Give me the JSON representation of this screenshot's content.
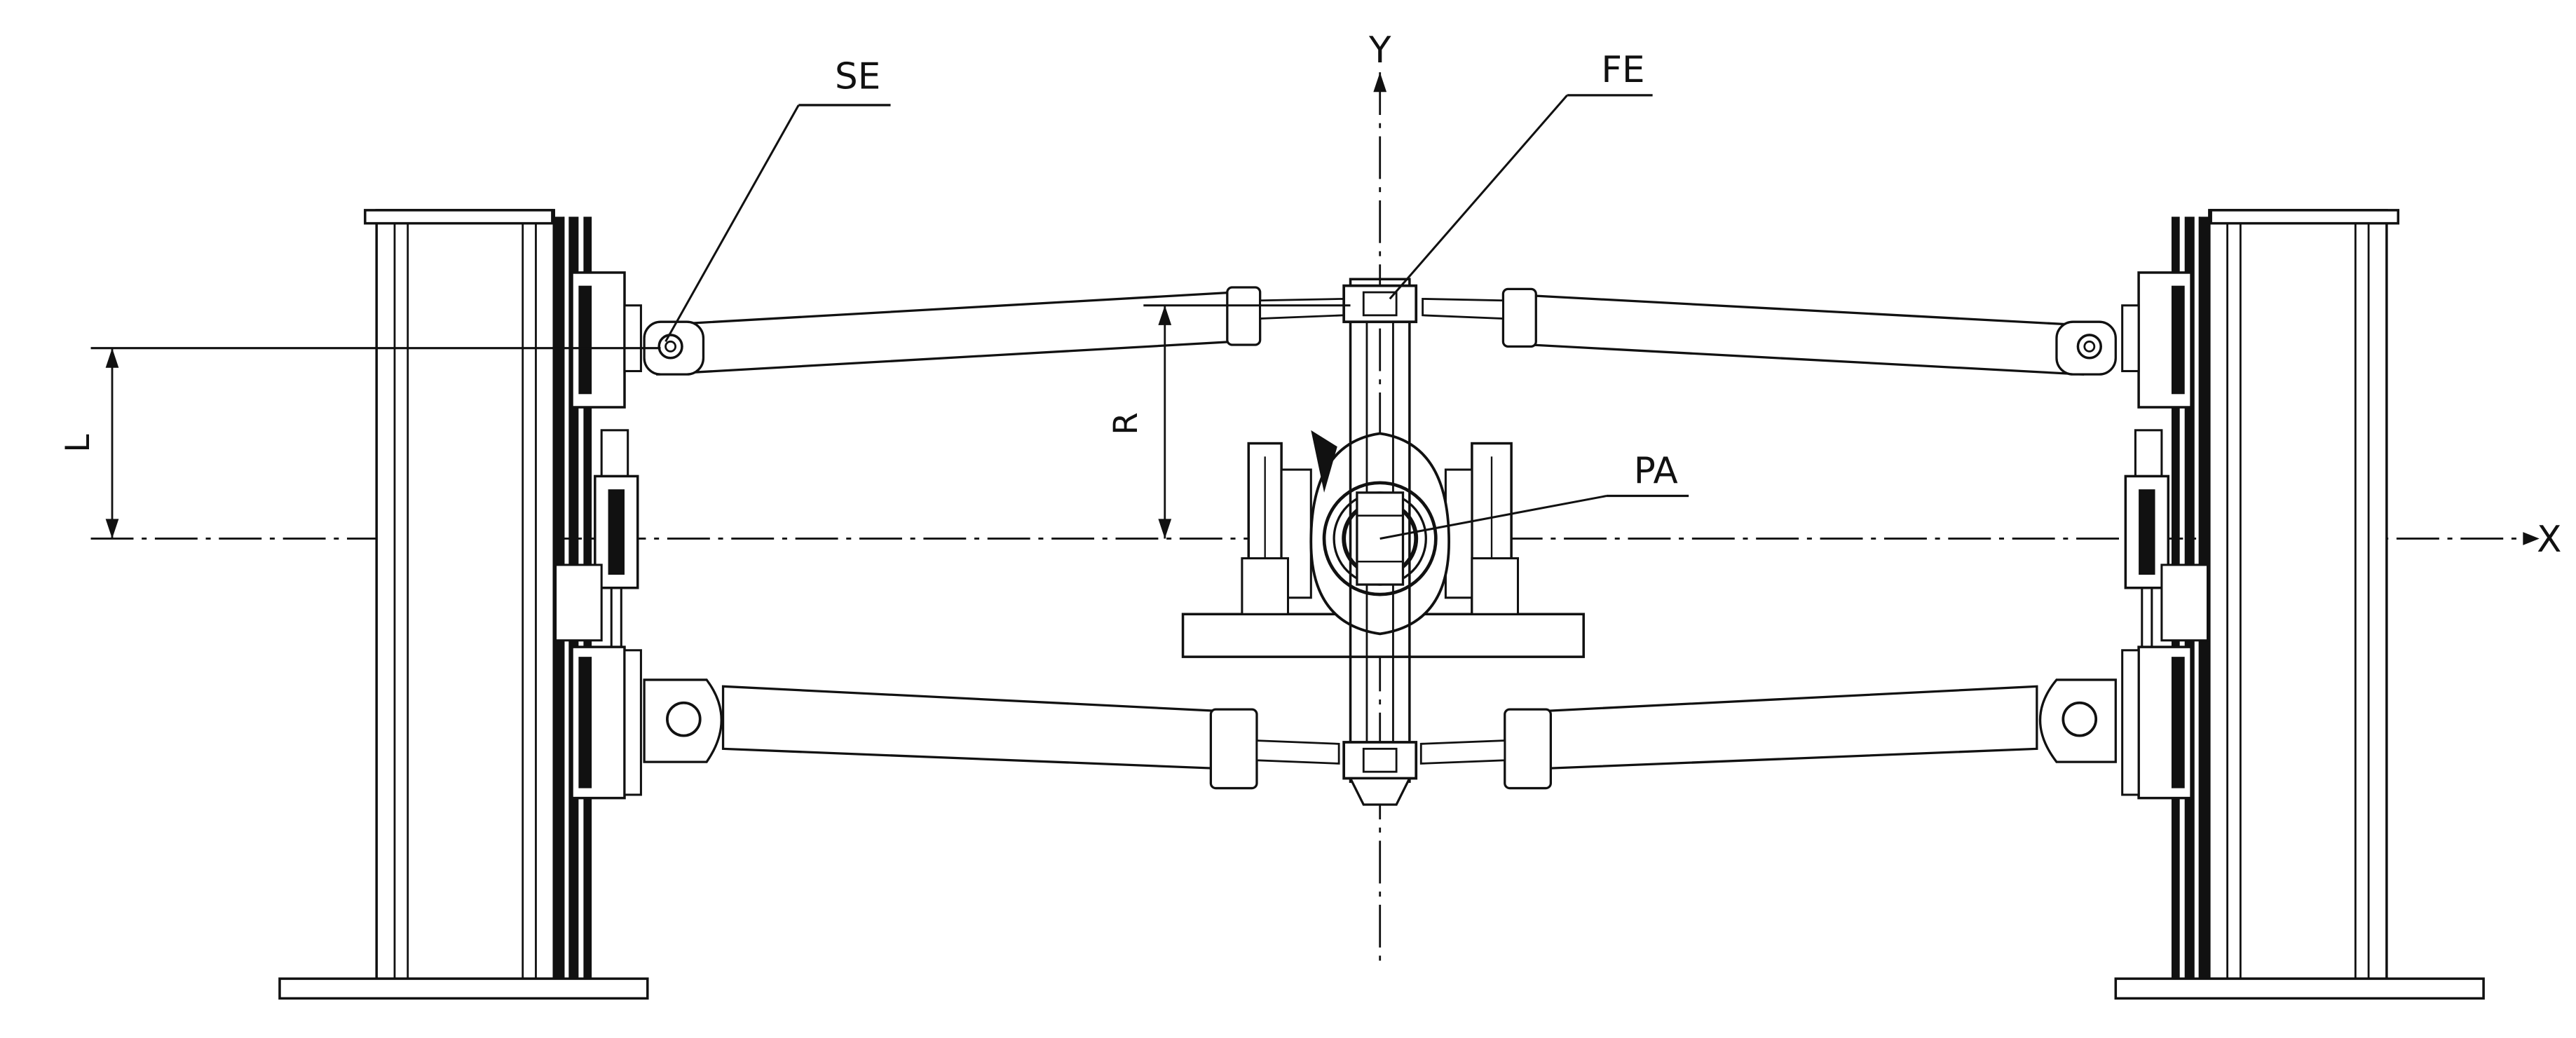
{
  "diagram": {
    "labels": {
      "se": "SE",
      "fe": "FE",
      "pa": "PA",
      "r": "R",
      "l": "L",
      "x_axis": "X",
      "y_axis": "Y"
    },
    "colors": {
      "line": "#111111",
      "fill": "#ffffff"
    }
  }
}
